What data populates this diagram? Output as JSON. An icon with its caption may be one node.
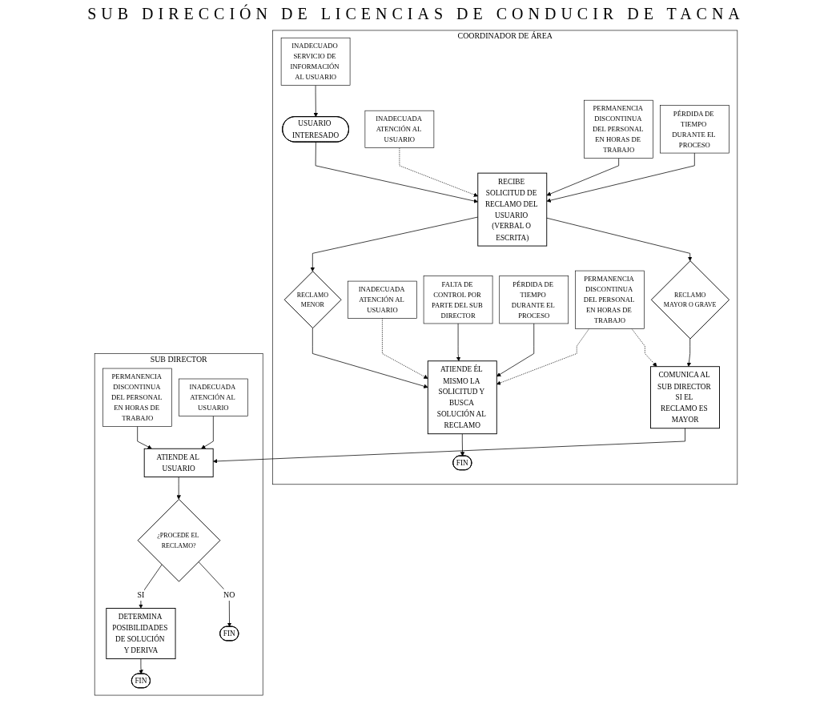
{
  "diagram": {
    "title": "SUB DIRECCIÓN DE LICENCIAS DE CONDUCIR DE TACNA",
    "nodes": [
      {
        "text": [
          "COORDINADOR DE ÁREA"
        ]
      },
      {
        "text": [
          "INADECUADO SERVICIO DE INFORMACIÓN AL USUARIO"
        ],
        "in": 0
      },
      {
        "text": [
          "USUARIO INTERESADO"
        ],
        "in": 0
      },
      {
        "text": [
          "INADECUADA ATENCIÓN AL USUARIO"
        ],
        "in": 0
      },
      {
        "text": [
          "PERMANENCIA DISCONTINUA DEL PERSONAL EN HORAS DE TRABAJO"
        ],
        "in": 0
      },
      {
        "text": [
          "RECIBE SOLICITUD DE RECLAMO DEL USUARIO (VERBAL O ESCRITA)"
        ],
        "in": 0
      },
      {
        "text": [
          "PÉRDIDA DE TIEMPO DURANTE EL PROCESO"
        ],
        "in": 0
      },
      {
        "text": [
          "RECLAMO",
          "MENOR"
        ],
        "in": 0
      },
      {
        "text": [
          "RECLAMO",
          "MAYOR O GRAVE"
        ],
        "in": 0
      },
      {
        "text": [
          "INADECUADA ATENCIÓN AL USUARIO"
        ],
        "in": 0
      },
      {
        "text": [
          "ATIENDE ÉL MISMO LA SOLICITUD Y BUSCA SOLUCIÓN AL RECLAMO"
        ],
        "in": 0
      },
      {
        "text": [
          "COMUNICA AL SUB DIRECTOR SI EL RECLAMO ES MAYOR"
        ],
        "in": 0
      },
      {
        "text": [
          "FALTA DE CONTROL POR PARTE DEL SUB DIRECTOR"
        ],
        "in": 0
      },
      {
        "text": [
          "PÉRDIDA DE TIEMPO DURANTE EL PROCESO"
        ],
        "in": 0
      },
      {
        "text": [
          "PERMANENCIA DISCONTINUA DEL PERSONAL EN HORAS DE TRABAJO"
        ],
        "in": 0
      },
      {
        "text": [
          "FIN"
        ],
        "in": 0
      },
      {
        "text": [
          "SUB DIRECTOR"
        ]
      },
      {
        "text": [
          "PERMANENCIA DISCONTINUA DEL PERSONAL EN HORAS DE TRABAJO"
        ],
        "in": 16
      },
      {
        "text": [
          "ATIENDE AL USUARIO"
        ],
        "in": 16
      },
      {
        "text": [
          "INADECUADA ATENCIÓN AL USUARIO"
        ],
        "in": 16
      },
      {
        "text": [
          "¿PROCEDE EL RECLAMO?"
        ],
        "in": 16
      },
      {
        "text": [
          "DETERMINA POSIBILIDADES DE SOLUCIÓN Y DERIVA"
        ],
        "in": 16
      },
      {
        "text": [
          "FIN"
        ],
        "in": 16
      },
      {
        "text": [
          "FIN"
        ],
        "in": 16
      }
    ],
    "edges": [
      {
        "from": 1,
        "to": 2,
        "arrow": "to"
      },
      {
        "from": 2,
        "to": 5,
        "arrow": "to"
      },
      {
        "from": 3,
        "to": 5,
        "arrow": "to",
        "style": "dashed"
      },
      {
        "from": 4,
        "to": 5,
        "arrow": "to"
      },
      {
        "from": 6,
        "to": 5,
        "arrow": "to"
      },
      {
        "from": 5,
        "to": 7,
        "arrow": "to"
      },
      {
        "from": 5,
        "to": 8,
        "arrow": "to"
      },
      {
        "from": 7,
        "to": 10,
        "arrow": "to"
      },
      {
        "from": 8,
        "to": 11,
        "arrow": "to"
      },
      {
        "from": 9,
        "to": 10,
        "arrow": "to",
        "style": "dashed"
      },
      {
        "from": 12,
        "to": 10,
        "arrow": "to"
      },
      {
        "from": 13,
        "to": 10,
        "arrow": "to"
      },
      {
        "from": 14,
        "to": 10,
        "arrow": "to",
        "style": "dashed"
      },
      {
        "from": 14,
        "to": 11,
        "arrow": "to",
        "style": "dashed"
      },
      {
        "from": 10,
        "to": 15,
        "arrow": "to"
      },
      {
        "from": 11,
        "to": 18,
        "arrow": "to"
      },
      {
        "from": 17,
        "to": 18,
        "arrow": "to"
      },
      {
        "from": 19,
        "to": 18,
        "arrow": "to"
      },
      {
        "from": 18,
        "to": 20,
        "arrow": "to"
      },
      {
        "from": 20,
        "to": 21,
        "arrow": "to",
        "label": "SI"
      },
      {
        "from": 20,
        "to": 22,
        "arrow": "to",
        "label": "NO"
      },
      {
        "from": 21,
        "to": 23,
        "arrow": "to"
      }
    ]
  }
}
